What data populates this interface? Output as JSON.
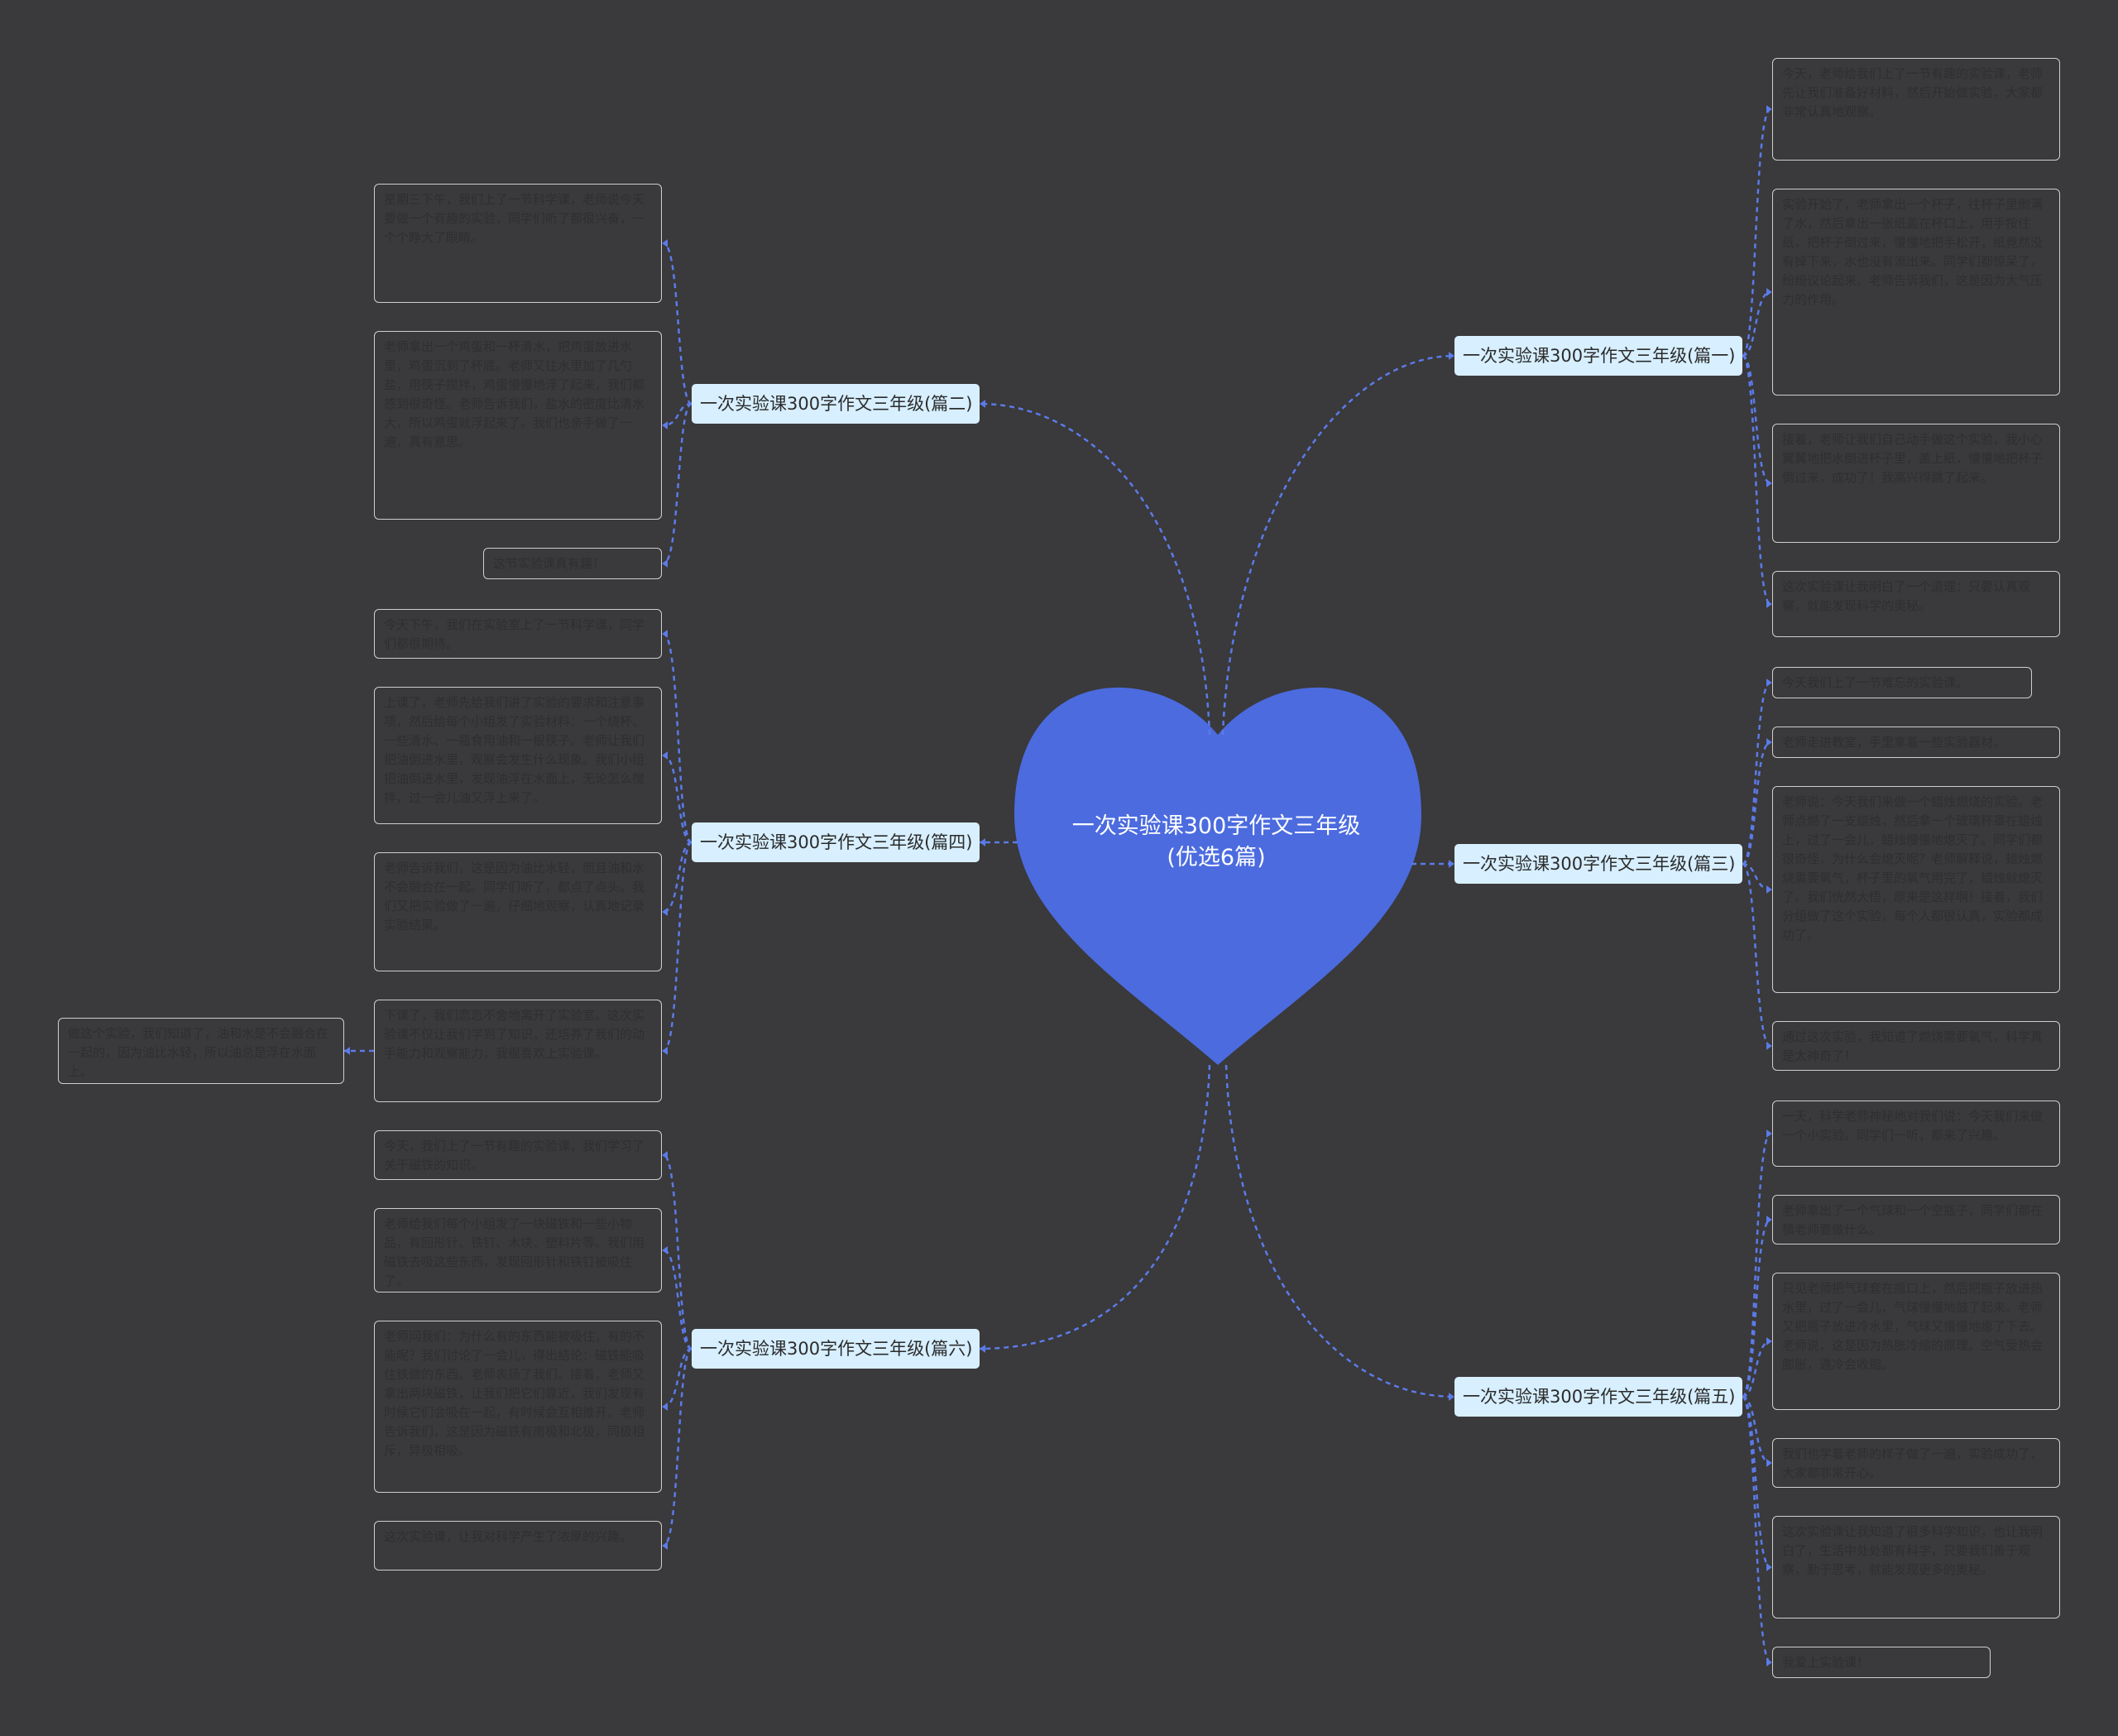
{
  "center": {
    "title": "一次实验课300字作文三年级(优选6篇)",
    "color": "#4b6bdf"
  },
  "branches": [
    {
      "id": "b1",
      "label": "一次实验课300字作文三年级(篇一)",
      "leaves": [
        "今天，老师给我们上了一节有趣的实验课，老师先让我们准备好材料，然后开始做实验，大家都非常认真地观察。",
        "实验开始了，老师拿出一个杯子，往杯子里倒满了水，然后拿出一张纸盖在杯口上，用手按住纸，把杯子倒过来，慢慢地把手松开，纸竟然没有掉下来，水也没有流出来。同学们都惊呆了，纷纷议论起来。老师告诉我们，这是因为大气压力的作用。",
        "接着，老师让我们自己动手做这个实验，我小心翼翼地把水倒进杯子里，盖上纸，慢慢地把杯子倒过来，成功了！我高兴得跳了起来。",
        "这次实验课让我明白了一个道理：只要认真观察，就能发现科学的奥秘。"
      ]
    },
    {
      "id": "b2",
      "label": "一次实验课300字作文三年级(篇二)",
      "leaves": [
        "星期三下午，我们上了一节科学课，老师说今天要做一个有趣的实验，同学们听了都很兴奋，一个个睁大了眼睛。",
        "老师拿出一个鸡蛋和一杯清水，把鸡蛋放进水里，鸡蛋沉到了杯底。老师又往水里加了几勺盐，用筷子搅拌，鸡蛋慢慢地浮了起来，我们都感到很奇怪。老师告诉我们，盐水的密度比清水大，所以鸡蛋就浮起来了。我们也亲手做了一遍，真有意思。",
        "这节实验课真有趣！"
      ]
    },
    {
      "id": "b3",
      "label": "一次实验课300字作文三年级(篇三)",
      "leaves": [
        "今天我们上了一节难忘的实验课。",
        "老师走进教室，手里拿着一些实验器材。",
        "老师说：今天我们来做一个蜡烛燃烧的实验。老师点燃了一支蜡烛，然后拿一个玻璃杯罩在蜡烛上，过了一会儿，蜡烛慢慢地熄灭了。同学们都很奇怪，为什么会熄灭呢？老师解释说，蜡烛燃烧需要氧气，杯子里的氧气用完了，蜡烛就熄灭了。我们恍然大悟，原来是这样啊！接着，我们分组做了这个实验，每个人都很认真，实验都成功了。",
        "通过这次实验，我知道了燃烧需要氧气，科学真是太神奇了！"
      ]
    },
    {
      "id": "b4",
      "label": "一次实验课300字作文三年级(篇四)",
      "leaves": [
        "今天下午，我们在实验室上了一节科学课，同学们都很期待。",
        "上课了，老师先给我们讲了实验的要求和注意事项，然后给每个小组发了实验材料：一个烧杯、一些清水、一瓶食用油和一根筷子。老师让我们把油倒进水里，观察会发生什么现象。我们小组把油倒进水里，发现油浮在水面上，无论怎么搅拌，过一会儿油又浮上来了。",
        "老师告诉我们，这是因为油比水轻，而且油和水不会融合在一起。同学们听了，都点了点头。我们又把实验做了一遍，仔细地观察，认真地记录实验结果。",
        "下课了，我们恋恋不舍地离开了实验室。这次实验课不仅让我们学到了知识，还培养了我们的动手能力和观察能力，我很喜欢上实验课。"
      ]
    },
    {
      "id": "b5",
      "label": "一次实验课300字作文三年级(篇五)",
      "leaves": [
        "一天，科学老师神秘地对我们说：今天我们来做一个小实验。同学们一听，都来了兴趣。",
        "老师拿出了一个气球和一个空瓶子，同学们都在猜老师要做什么。",
        "只见老师把气球套在瓶口上，然后把瓶子放进热水里，过了一会儿，气球慢慢地鼓了起来。老师又把瓶子放进冷水里，气球又慢慢地瘪了下去。老师说，这是因为热胀冷缩的原理。空气受热会膨胀，遇冷会收缩。",
        "我们也学着老师的样子做了一遍，实验成功了，大家都非常开心。",
        "这次实验课让我知道了很多科学知识，也让我明白了，生活中处处都有科学，只要我们善于观察，勤于思考，就能发现更多的奥秘。",
        "我爱上实验课！"
      ]
    },
    {
      "id": "b6",
      "label": "一次实验课300字作文三年级(篇六)",
      "leaves": [
        "今天，我们上了一节有趣的实验课，我们学习了关于磁铁的知识。",
        "老师给我们每个小组发了一块磁铁和一些小物品，有回形针、铁钉、木块、塑料片等。我们用磁铁去吸这些东西，发现回形针和铁钉被吸住了。",
        "老师问我们：为什么有的东西能被吸住，有的不能呢？我们讨论了一会儿，得出结论：磁铁能吸住铁做的东西。老师表扬了我们。接着，老师又拿出两块磁铁，让我们把它们靠近，我们发现有时候它们会吸在一起，有时候会互相推开。老师告诉我们，这是因为磁铁有南极和北极，同极相斥，异极相吸。",
        "这次实验课，让我对科学产生了浓厚的兴趣。"
      ]
    }
  ],
  "extra_leaf": "做这个实验，我们知道了，油和水是不会融合在一起的，因为油比水轻，所以油总是浮在水面上。"
}
